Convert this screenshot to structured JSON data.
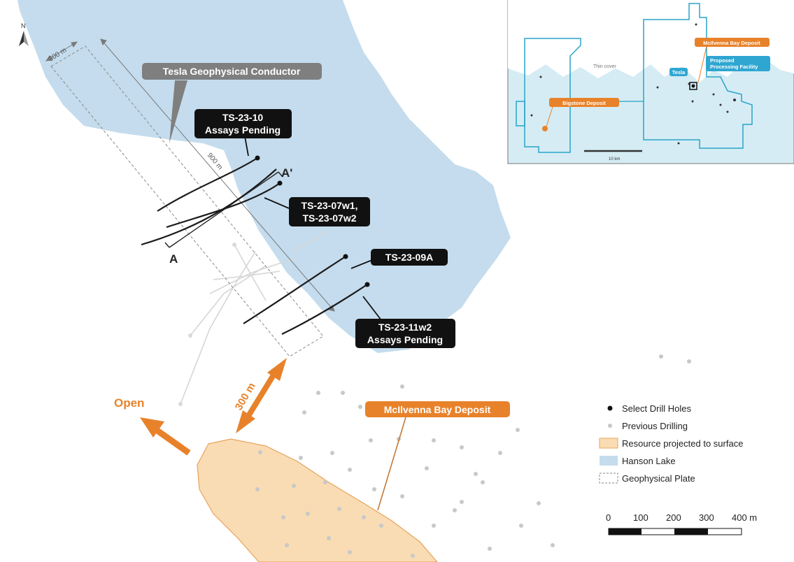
{
  "map": {
    "north_label": "N",
    "plate_width_label": "300 m",
    "plate_length_label": "900 m",
    "section_labels": {
      "a": "A",
      "a_prime": "A'"
    },
    "conductor_label": "Tesla Geophysical Conductor",
    "open_label": "Open",
    "extension_label": "300 m",
    "deposit_label": "McIlvenna Bay Deposit",
    "drill_labels": {
      "ts10": [
        "TS-23-10",
        "Assays Pending"
      ],
      "ts07": [
        "TS-23-07w1,",
        "TS-23-07w2"
      ],
      "ts09": [
        "TS-23-09A"
      ],
      "ts11": [
        "TS-23-11w2",
        "Assays Pending"
      ]
    },
    "colors": {
      "lake": "#c4dced",
      "resource_fill": "#f9dcb4",
      "resource_edge": "#e8a35a",
      "orange": "#e8822a",
      "label_black": "#111111",
      "label_grey": "#7f7f7f"
    }
  },
  "legend": {
    "items": [
      {
        "symbol": "black-dot",
        "label": "Select Drill Holes"
      },
      {
        "symbol": "grey-dot",
        "label": "Previous Drilling"
      },
      {
        "symbol": "orange-box",
        "label": "Resource projected to surface"
      },
      {
        "symbol": "blue-box",
        "label": "Hanson Lake"
      },
      {
        "symbol": "dashed-box",
        "label": "Geophysical Plate"
      }
    ]
  },
  "scale_bar": {
    "ticks": [
      "0",
      "100",
      "200",
      "300",
      "400 m"
    ]
  },
  "inset": {
    "thin_cover_label": "Thin cover",
    "mcilvenna_label": "McIlvenna Bay Deposit",
    "tesla_label": "Tesla",
    "facility_label": [
      "Proposed",
      "Processing Facility"
    ],
    "bigstone_label": "Bigstone Deposit",
    "scale_label": "10 km"
  }
}
